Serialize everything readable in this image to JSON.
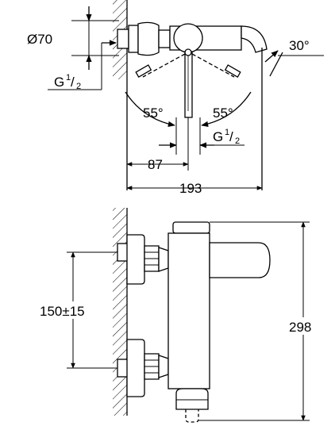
{
  "top_view": {
    "diameter_label": "Ø70",
    "thread_left": {
      "prefix": "G",
      "sup": "1",
      "sub": "2"
    },
    "spout_angle_label": "30°",
    "lever_angle_left_label": "55°",
    "lever_angle_right_label": "55°",
    "thread_bottom": {
      "prefix": "G",
      "sup": "1",
      "sub": "2"
    },
    "dim_87_label": "87",
    "dim_193_label": "193"
  },
  "front_view": {
    "centers_label": "150±15",
    "height_label": "298"
  }
}
